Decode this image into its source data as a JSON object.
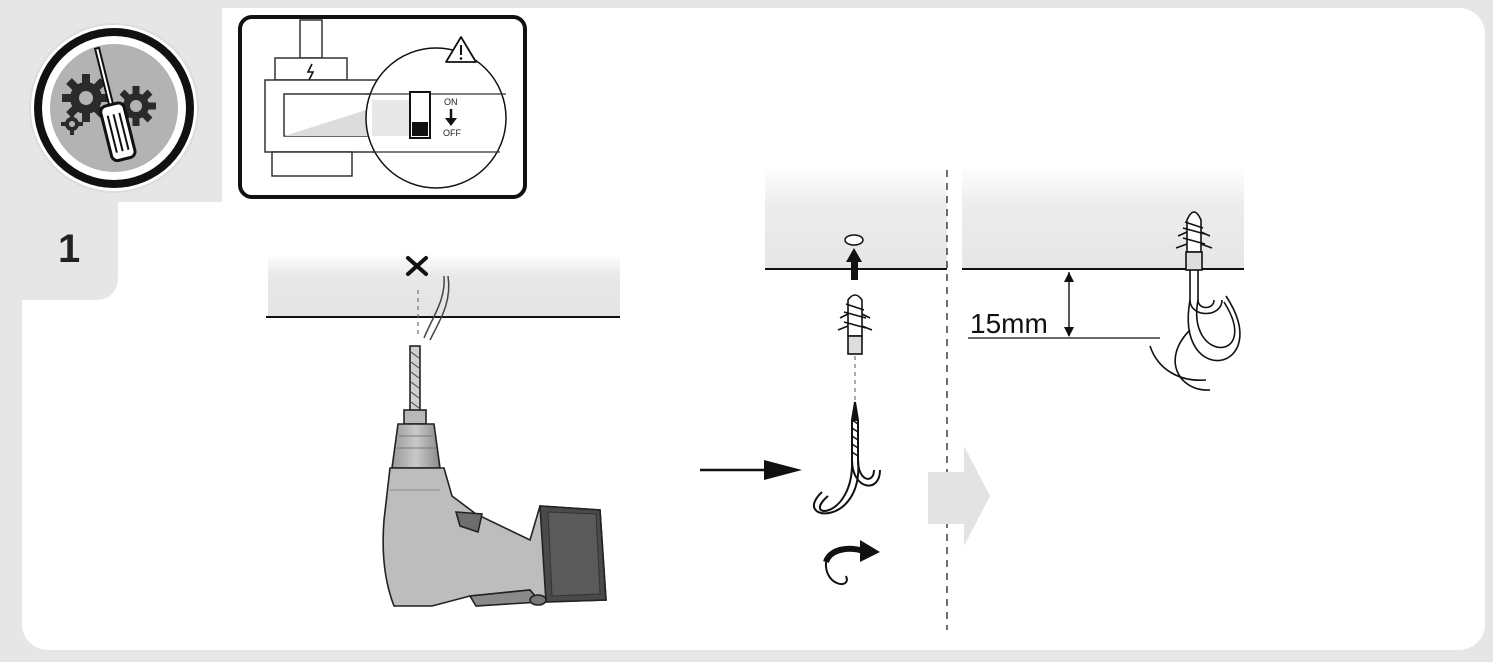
{
  "step": {
    "number": "1"
  },
  "switch": {
    "on_label": "ON",
    "off_label": "OFF"
  },
  "dimension": {
    "label": "15mm"
  },
  "icons": [
    "tools-icon",
    "warning-icon",
    "circuit-breaker-icon",
    "drill-icon",
    "wall-anchor-icon",
    "screw-hook-icon",
    "rotate-arrow-icon",
    "next-arrow-icon"
  ],
  "colors": {
    "panel_gray": "#e6e6e6",
    "ceiling_gray": "#e8e8e8",
    "ink": "#222222",
    "next_arrow": "#e3e3e3"
  }
}
